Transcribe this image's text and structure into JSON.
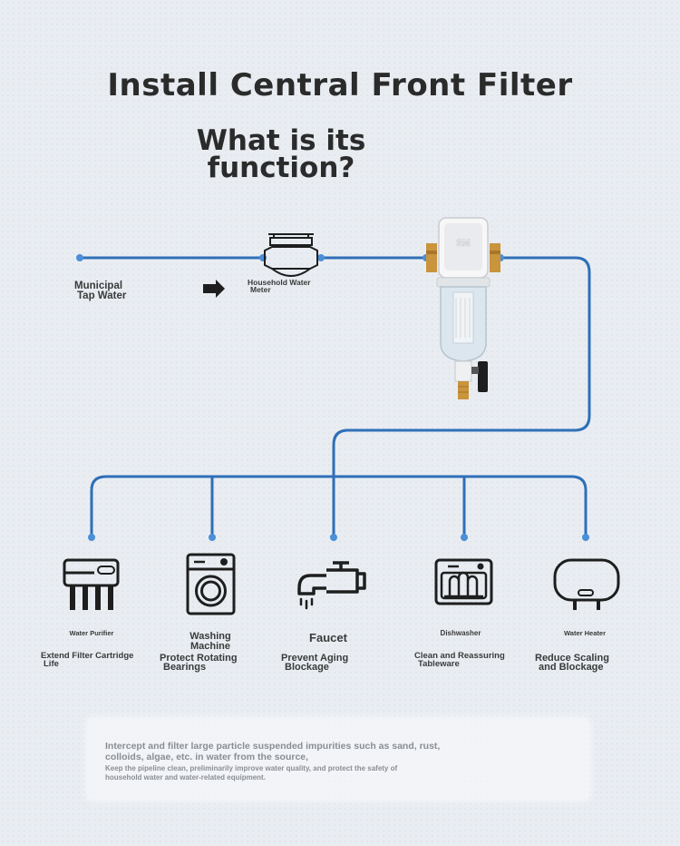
{
  "title": "Install Central Front Filter",
  "subtitle": [
    "What is its",
    "function?"
  ],
  "source": {
    "label": [
      "Municipal",
      "Tap Water"
    ]
  },
  "meter": {
    "label": [
      "Household Water",
      "Meter"
    ]
  },
  "filter": {
    "brand": "3M"
  },
  "appliances": [
    {
      "name": [
        "Water Purifier"
      ],
      "benefit": [
        "Extend Filter Cartridge",
        "Life"
      ]
    },
    {
      "name": [
        "Washing",
        "Machine"
      ],
      "benefit": [
        "Protect Rotating",
        "Bearings"
      ]
    },
    {
      "name": [
        "Faucet"
      ],
      "benefit": [
        "Prevent Aging",
        "Blockage"
      ]
    },
    {
      "name": [
        "Dishwasher"
      ],
      "benefit": [
        "Clean and Reassuring",
        "Tableware"
      ]
    },
    {
      "name": [
        "Water Heater"
      ],
      "benefit": [
        "Reduce Scaling",
        "and Blockage"
      ]
    }
  ],
  "notes": [
    "Intercept and filter large particle suspended impurities such as sand, rust, colloids, algae, etc. in water from the source,",
    "Keep the pipeline clean, preliminarily improve water quality, and protect the safety of household water and water-related equipment."
  ],
  "colors": {
    "pipe": "#2f6fb8",
    "node": "#4a8fd8",
    "text": "#2b2b2b"
  },
  "icons": [
    "arrow-right-icon",
    "water-meter-icon",
    "filter-icon",
    "water-purifier-icon",
    "washing-machine-icon",
    "faucet-icon",
    "dishwasher-icon",
    "water-heater-icon"
  ]
}
